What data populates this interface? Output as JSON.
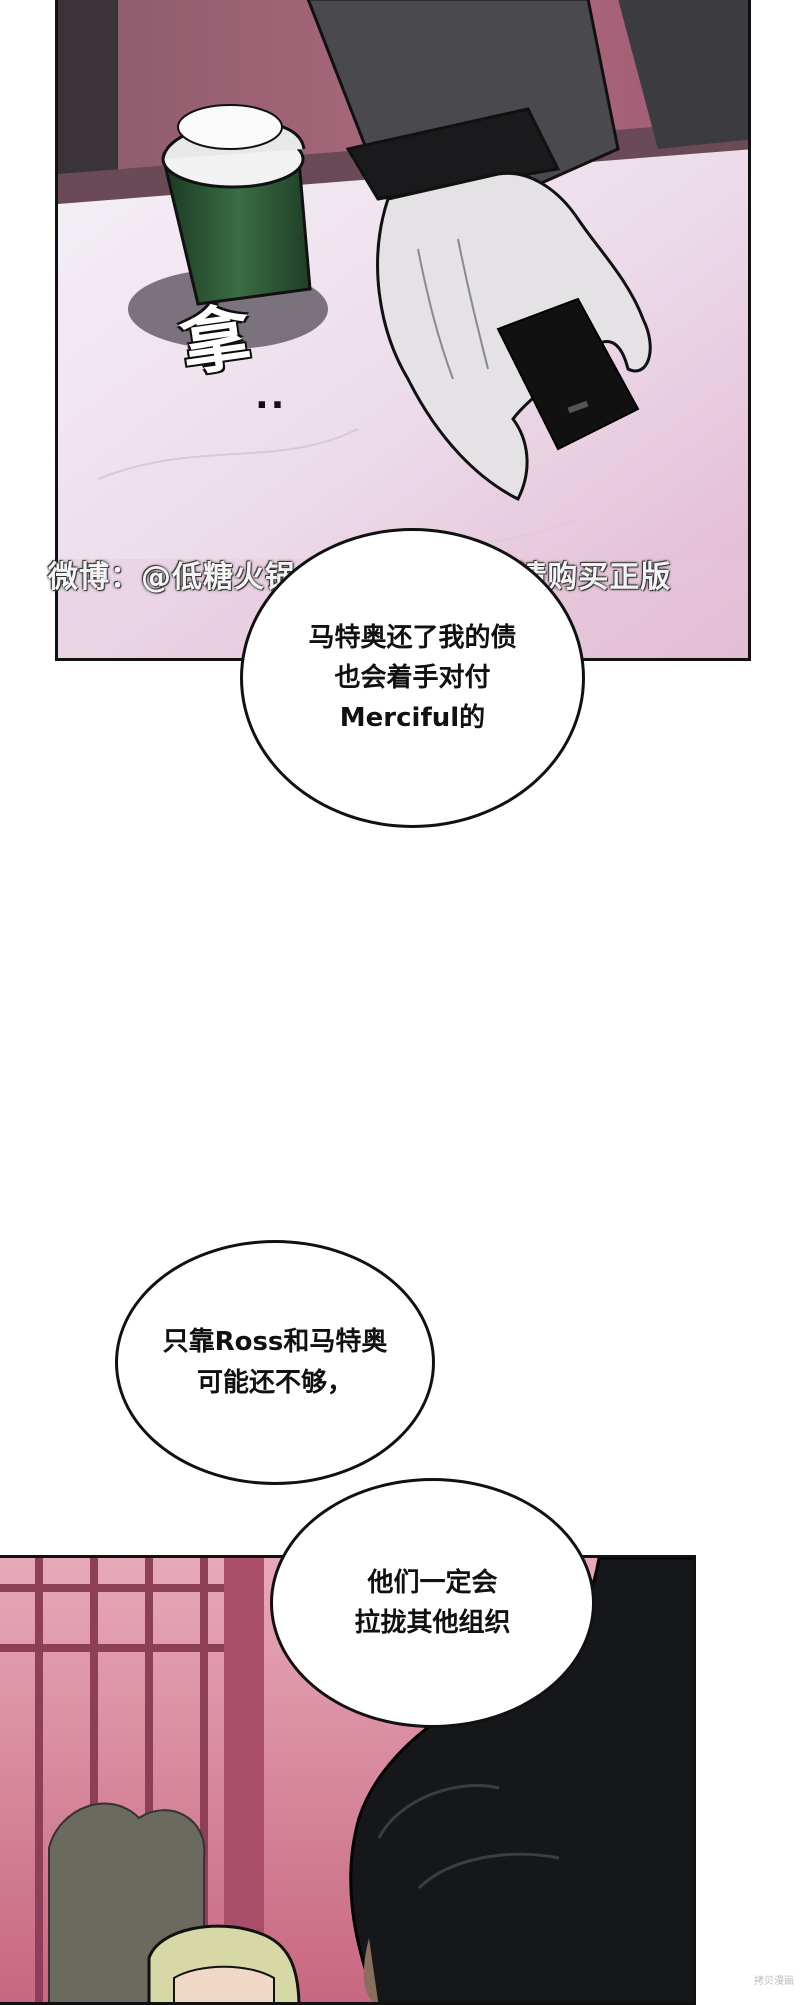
{
  "sfx": {
    "grab": "拿",
    "dots": "··"
  },
  "watermark": "微博：@低糖火锅 禁二传 禁商用 请购买正版",
  "bubbles": {
    "first": [
      "马特奥还了我的债",
      "也会着手对付",
      "Merciful的"
    ],
    "second": [
      "只靠Ross和马特奥",
      "可能还不够，"
    ],
    "third": [
      "他们一定会",
      "拉拢其他组织"
    ]
  },
  "corner_mark": "拷贝漫画",
  "colors": {
    "ink": "#111111",
    "table": "#ecd9ec",
    "cup_green": "#2f5a37",
    "panel_pink": "#c9788f"
  }
}
